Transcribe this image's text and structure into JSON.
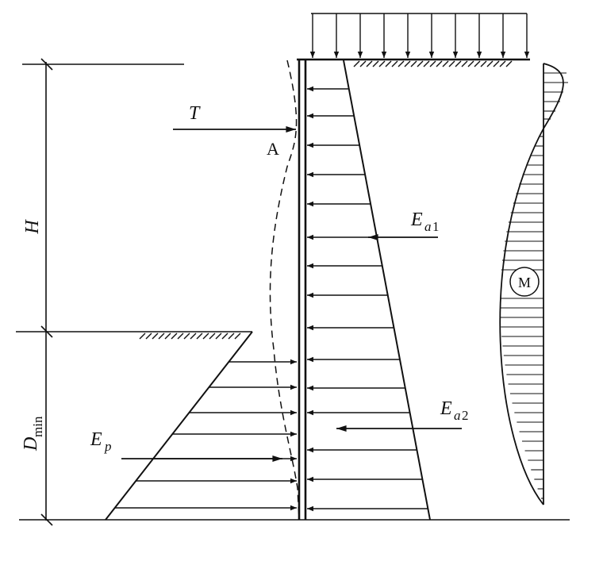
{
  "labels": {
    "H": "H",
    "D_main": "D",
    "D_sub": "min",
    "T": "T",
    "A": "A",
    "Ea1_main": "E",
    "Ea1_sub": "a",
    "Ea1_num": "1",
    "Ea2_main": "E",
    "Ea2_sub": "a",
    "Ea2_num": "2",
    "Ep_main": "E",
    "Ep_sub": "p",
    "M": "M"
  },
  "colors": {
    "ink": "#111111",
    "background": "#ffffff"
  }
}
